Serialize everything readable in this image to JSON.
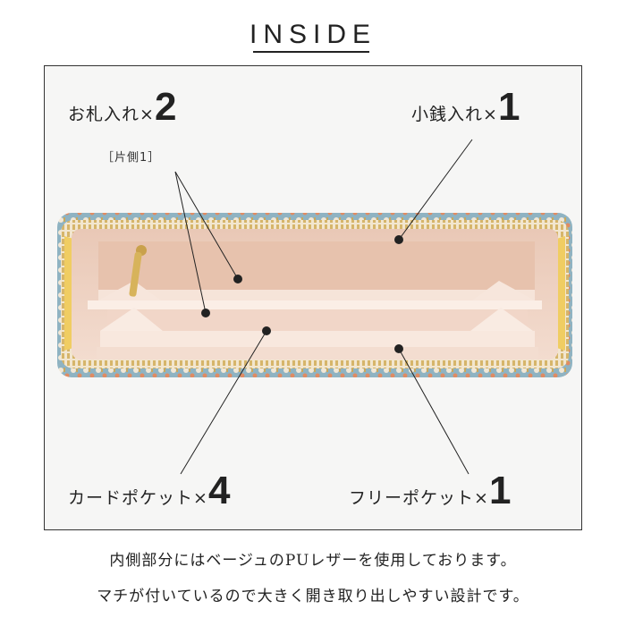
{
  "header": {
    "title": "INSIDE"
  },
  "labels": {
    "bill_pocket": {
      "text": "お札入れ",
      "mult": "×",
      "count": "2",
      "sub": "［片側1］"
    },
    "coin_purse": {
      "text": "小銭入れ",
      "mult": "×",
      "count": "1"
    },
    "card_pocket": {
      "text": "カードポケット",
      "mult": "×",
      "count": "4"
    },
    "free_pocket": {
      "text": "フリーポケット",
      "mult": "×",
      "count": "1"
    }
  },
  "captions": [
    "内側部分にはベージュのPUレザーを使用しております。",
    "マチが付いているので大きく開き取り出しやすい設計です。"
  ],
  "colors": {
    "lining_beige": "#efd8cb",
    "zipper_gold": "#d6b56a",
    "fabric_blue": "#8fb3c2",
    "fabric_orange": "#e08b62"
  }
}
